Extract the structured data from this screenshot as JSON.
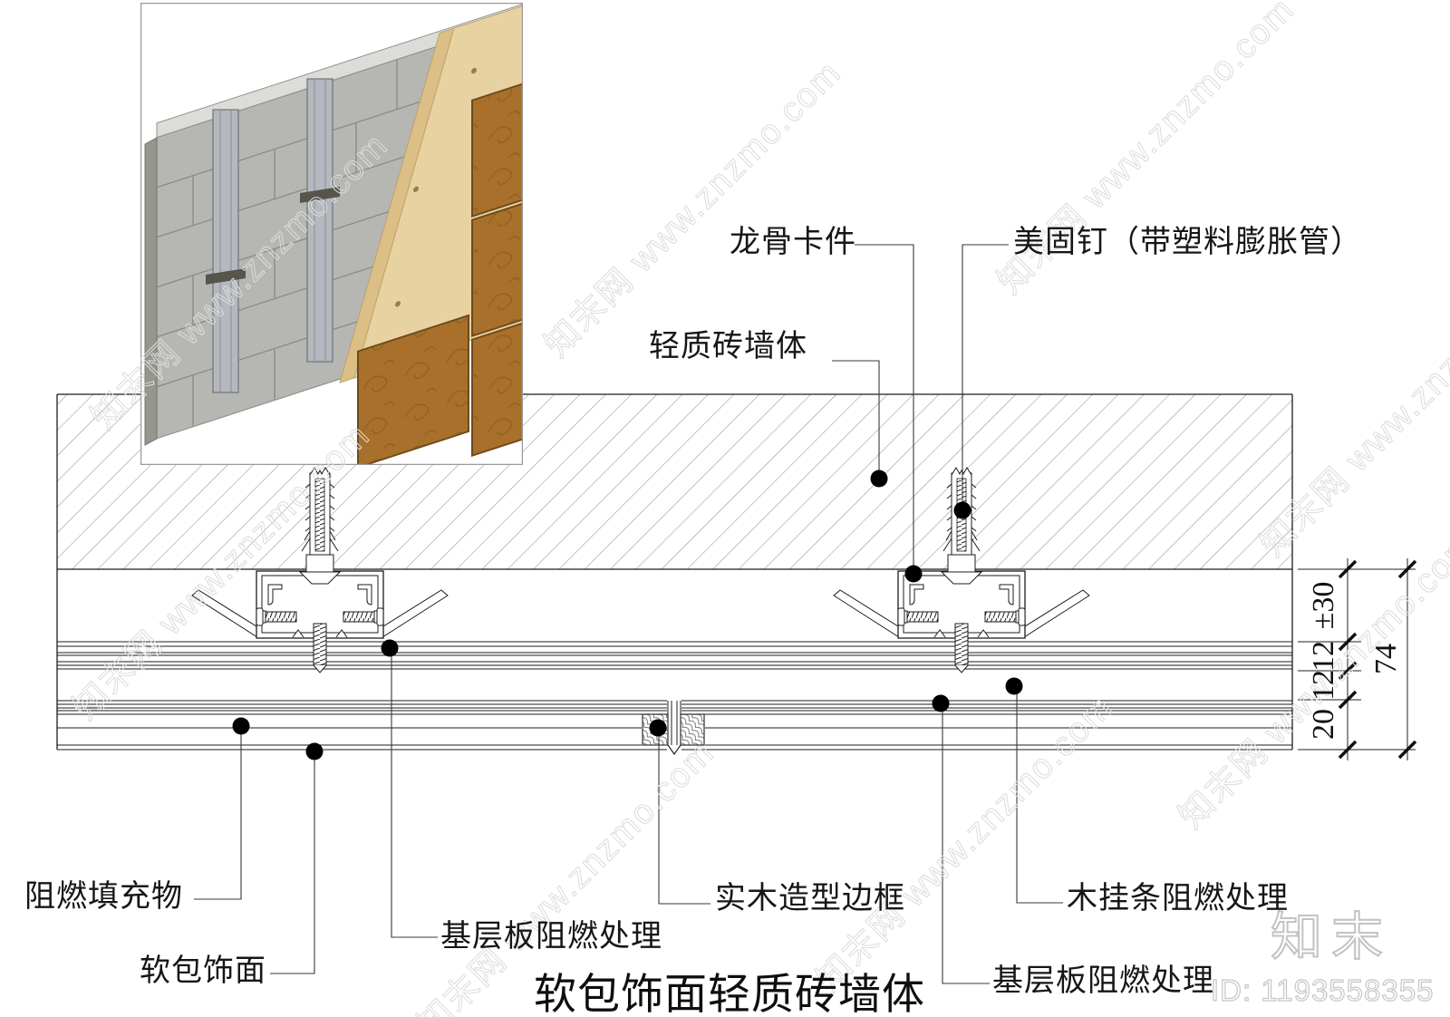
{
  "title": "软包饰面轻质砖墙体",
  "labels": {
    "keel_clip": "龙骨卡件",
    "expansion_nail": "美固钉（带塑料膨胀管）",
    "brick_wall": "轻质砖墙体",
    "flame_filling": "阻燃填充物",
    "softpack_face": "软包饰面",
    "base_board_left": "基层板阻燃处理",
    "wood_frame": "实木造型边框",
    "wood_hanging_strip": "木挂条阻燃处理",
    "base_board_right": "基层板阻燃处理"
  },
  "dimensions": {
    "seg_30": "±30",
    "seg_12a": "12",
    "seg_12b": "12",
    "seg_20": "20",
    "total": "74"
  },
  "watermark": {
    "text": "知末网 www.znzmo.com",
    "logo": "知末",
    "id_text": "ID: 1193558355"
  },
  "colors": {
    "line": "#1c1c1c",
    "hatch": "#8a8a8a",
    "concrete": "#b6b6b2",
    "plywood": "#e9d2a2",
    "panel_brown": "#a8702a",
    "watermark_gray": "#dcdcdc"
  }
}
